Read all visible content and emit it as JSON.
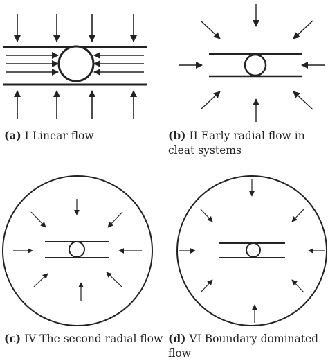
{
  "panels": [
    {
      "letter": "(a)",
      "title": "I Linear flow"
    },
    {
      "letter": "(b)",
      "title": "II Early radial flow in cleat systems"
    },
    {
      "letter": "(c)",
      "title": "IV The second radial flow"
    },
    {
      "letter": "(d)",
      "title": "VI Boundary dominated flow"
    }
  ],
  "colors": {
    "ink": "#222222",
    "background": "#ffffff"
  }
}
